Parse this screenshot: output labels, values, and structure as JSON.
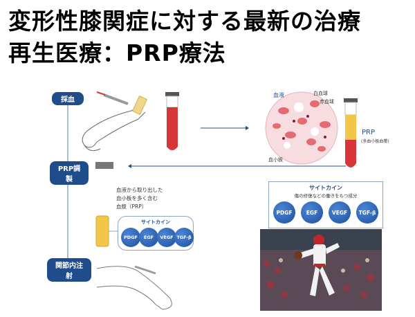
{
  "title": {
    "line1": "変形性膝関症に対する最新の治療",
    "line2": "再生医療：PRP療法"
  },
  "steps": {
    "step1": "採血",
    "step2": "PRP調製",
    "step3": "関節内注射"
  },
  "blood": {
    "label": "血液",
    "white_cell": "白血球",
    "red_cell": "赤血球",
    "platelet": "血小板"
  },
  "prp": {
    "label": "PRP",
    "sublabel": "(多血小板血漿)"
  },
  "description": {
    "line1": "血液から取り出した",
    "line2": "血小板を多く含む",
    "line3": "血漿（PRP）"
  },
  "cytokine_right": {
    "title": "サイトカイン",
    "subtitle": "傷の修復などの働きをもつ成分",
    "factors": [
      "PDGF",
      "EGF",
      "VEGF",
      "TGF-β"
    ]
  },
  "cytokine_left": {
    "title": "サイトカイン",
    "factors": [
      "PDGF",
      "EGF",
      "VEGF",
      "TGF-β"
    ]
  },
  "colors": {
    "navy": "#1f4d8c",
    "blood_red": "#d8353b",
    "prp_yellow": "#f3c64a"
  }
}
